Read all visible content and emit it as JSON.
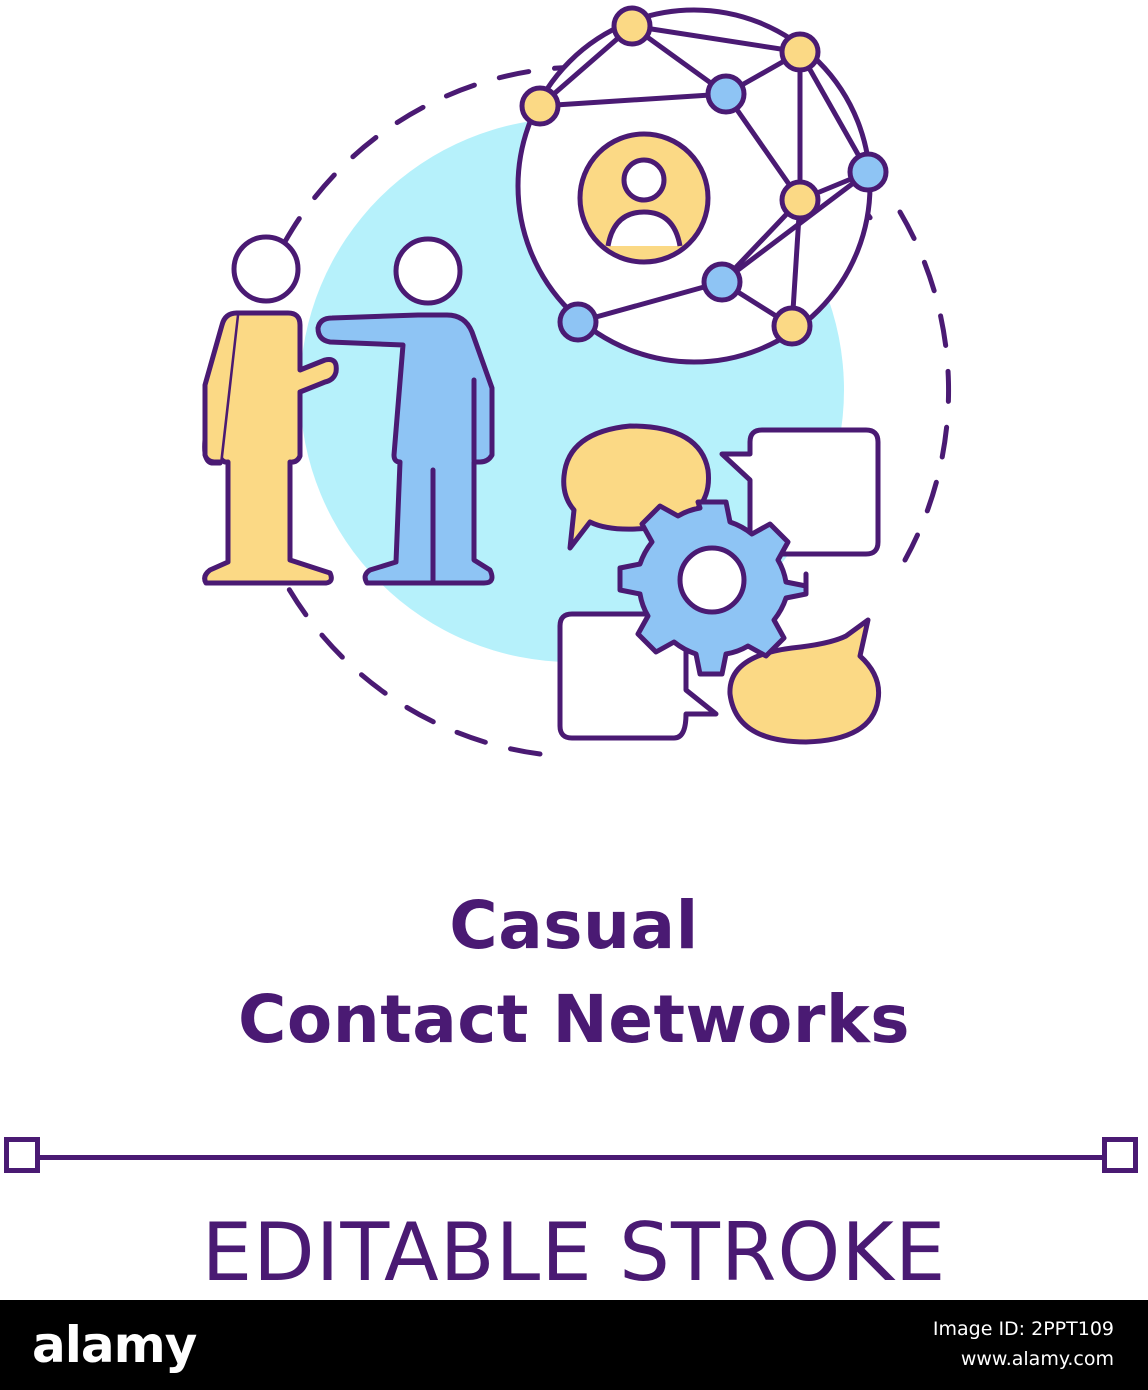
{
  "colors": {
    "outline": "#4a1a73",
    "yellow": "#fbd985",
    "blue": "#8ec4f4",
    "light_blue": "#b6f1fb",
    "white": "#ffffff",
    "footer_bg": "#000000"
  },
  "title": {
    "line1": "Casual",
    "line2": "Contact Networks"
  },
  "editable_label": "EDITABLE STROKE",
  "footer": {
    "brand": "alamy",
    "image_id": "Image ID: 2PPT109",
    "site": "www.alamy.com"
  },
  "icons": [
    "people-talking-icon",
    "network-globe-icon",
    "user-avatar-icon",
    "chat-bubbles-icon",
    "gear-icon"
  ]
}
